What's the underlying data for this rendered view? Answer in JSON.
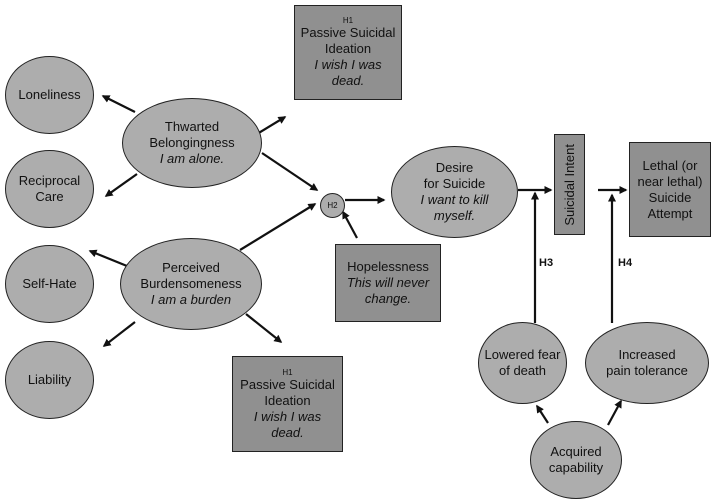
{
  "nodes": {
    "loneliness": "Loneliness",
    "reciprocal_care": [
      "Reciprocal",
      "Care"
    ],
    "self_hate": "Self-Hate",
    "liability": "Liability",
    "thwarted": {
      "lines": [
        "Thwarted",
        "Belongingness"
      ],
      "italic": "I am alone."
    },
    "perceived": {
      "lines": [
        "Perceived",
        "Burdensomeness"
      ],
      "italic": "I am a burden"
    },
    "passive_top": {
      "tag": "H1",
      "lines": [
        "Passive Suicidal",
        "Ideation"
      ],
      "italic": [
        "I wish I was",
        "dead."
      ]
    },
    "passive_bottom": {
      "tag": "H1",
      "lines": [
        "Passive Suicidal",
        "Ideation"
      ],
      "italic": [
        "I wish I was",
        "dead."
      ]
    },
    "h2": "H2",
    "hopelessness": {
      "title": "Hopelessness",
      "italic": [
        "This will never",
        "change."
      ]
    },
    "desire": {
      "lines": [
        "Desire",
        "for Suicide"
      ],
      "italic": [
        "I want to kill",
        "myself."
      ]
    },
    "suicidal_intent": "Suicidal Intent",
    "lethal": [
      "Lethal (or",
      "near lethal)",
      "Suicide",
      "Attempt"
    ],
    "fear_death": [
      "Lowered fear",
      "of death"
    ],
    "pain_tolerance": [
      "Increased",
      "pain tolerance"
    ],
    "acquired": [
      "Acquired",
      "capability"
    ]
  },
  "labels": {
    "h3": "H3",
    "h4": "H4"
  },
  "colors": {
    "ellipse_fill": "#adadad",
    "box_fill": "#909090",
    "stroke": "#222222"
  }
}
